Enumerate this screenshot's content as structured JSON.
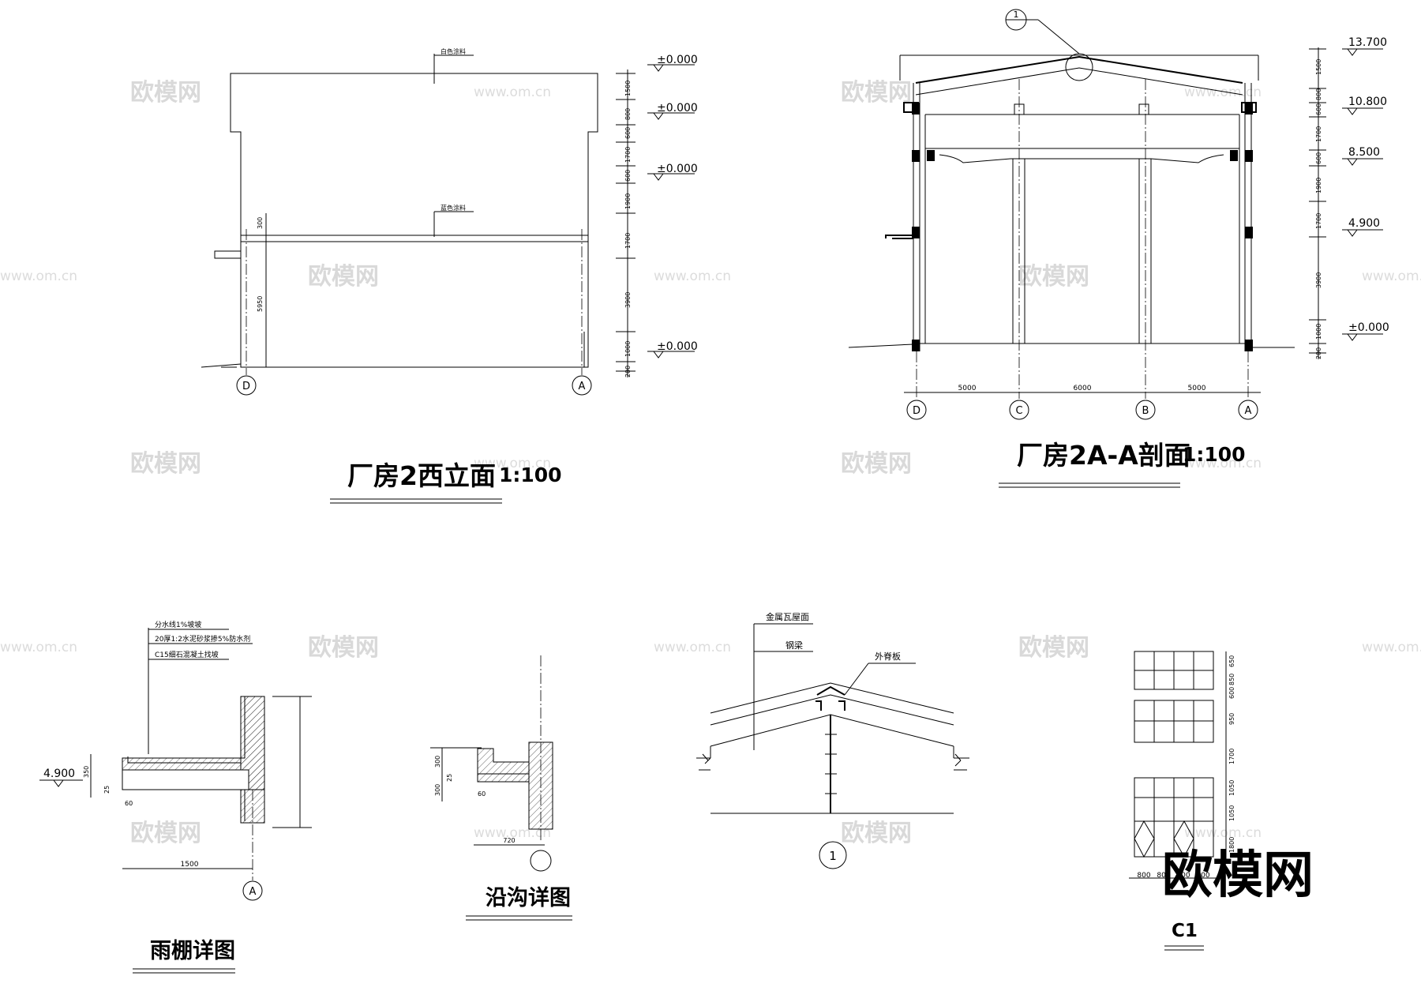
{
  "elevation": {
    "title": "厂房2西立面",
    "scale": "1:100",
    "notes": [
      "白色涂料",
      "蓝色涂料"
    ],
    "levels": [
      "±0.000",
      "±0.000",
      "±0.000",
      "±0.000"
    ],
    "dims": [
      "1500",
      "800",
      "600",
      "1700",
      "600",
      "1900",
      "1700",
      "3900",
      "1000",
      "200"
    ],
    "left_dims": [
      "300",
      "5950"
    ],
    "axes": [
      "D",
      "A"
    ]
  },
  "section": {
    "title": "厂房2A-A剖面",
    "scale": "1:100",
    "callout": "1",
    "levels": [
      "13.700",
      "10.800",
      "8.500",
      "4.900",
      "±0.000"
    ],
    "dims": [
      "1500",
      "800",
      "600",
      "1700",
      "600",
      "1900",
      "1700",
      "3900",
      "1000",
      "200"
    ],
    "spans": [
      "5000",
      "6000",
      "5000"
    ],
    "axes": [
      "D",
      "C",
      "B",
      "A"
    ]
  },
  "canopy": {
    "title": "雨棚详图",
    "notes": [
      "分水线1%坡坡",
      "20厚1:2水泥砂浆掺5%防水剂",
      "C15细石混凝土找坡"
    ],
    "level": "4.900",
    "dims": [
      "350",
      "25",
      "60"
    ],
    "width": "1500",
    "axis": "A"
  },
  "gutter": {
    "title": "沿沟详图",
    "dims": [
      "300",
      "25",
      "300",
      "60"
    ],
    "width": "720"
  },
  "ridge": {
    "labels": [
      "金属瓦屋面",
      "钢梁",
      "外脊板"
    ],
    "callout": "1"
  },
  "window": {
    "title": "C1",
    "heights": [
      "650",
      "850",
      "600",
      "950",
      "1700",
      "1050",
      "1050",
      "1800"
    ],
    "widths": [
      "800",
      "800",
      "800",
      "800"
    ]
  },
  "watermark": {
    "logo": "欧模网",
    "url": "www.om.cn"
  }
}
